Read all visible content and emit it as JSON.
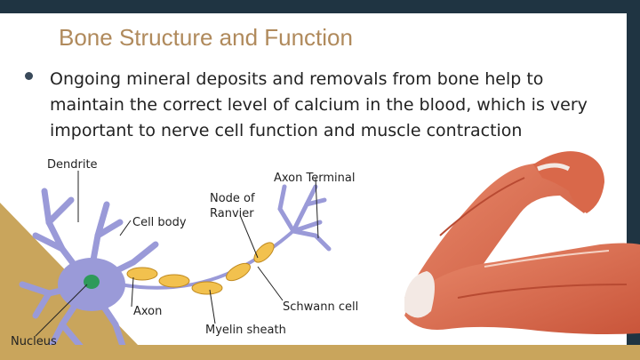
{
  "slide": {
    "title": "Bone Structure and Function",
    "bullet": "Ongoing mineral deposits and removals from bone help to maintain the correct level of calcium in the blood, which is very important to nerve cell function and muscle contraction"
  },
  "diagram": {
    "labels": {
      "dendrite": "Dendrite",
      "axon_terminal": "Axon Terminal",
      "node_of_ranvier_1": "Node of",
      "node_of_ranvier_2": "Ranvier",
      "cell_body": "Cell body",
      "schwann_cell": "Schwann cell",
      "axon": "Axon",
      "myelin_sheath": "Myelin sheath",
      "nucleus": "Nucleus"
    }
  },
  "colors": {
    "background_dark": "#1f3442",
    "accent_gold": "#c9a55c",
    "title": "#b08a5c",
    "neuron": "#9a9ad8",
    "myelin": "#f2c14e",
    "nucleus": "#2e9a5a",
    "muscle": "#d9684a"
  }
}
